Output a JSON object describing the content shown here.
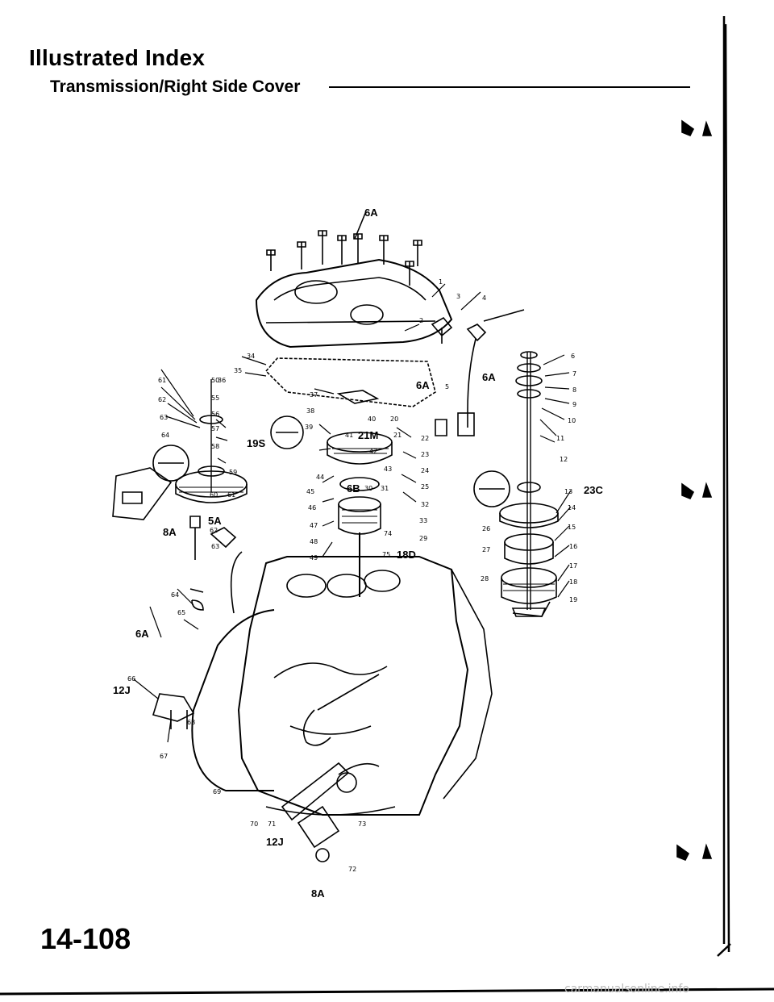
{
  "header": {
    "title": "Illustrated Index",
    "subtitle": "Transmission/Right Side Cover"
  },
  "footer": {
    "page_number": "14-108",
    "watermark": "carmanualsonline.info"
  },
  "callouts": {
    "c1": "1",
    "c2": "2",
    "c3": "3",
    "c4": "4",
    "c5": "5",
    "c6": "6",
    "c7": "7",
    "c8": "8",
    "c9": "9",
    "c10": "10",
    "c11": "11",
    "c12": "12",
    "c13": "13",
    "c14": "14",
    "c15": "15",
    "c16": "16",
    "c17": "17",
    "c18": "18",
    "c19": "19",
    "c20": "20",
    "c21": "21",
    "c22": "22",
    "c23": "23",
    "c24": "24",
    "c25": "25",
    "c26": "26",
    "c27": "27",
    "c28": "28",
    "c29": "29",
    "c30": "30",
    "c31": "31",
    "c32": "32",
    "c33": "33",
    "c34": "34",
    "c35": "35",
    "c36": "36",
    "c37": "37",
    "c38": "38",
    "c39": "39",
    "c40": "40",
    "c41": "41",
    "c42": "42",
    "c43": "43",
    "c44": "44",
    "c45": "45",
    "c46": "46",
    "c47": "47",
    "c48": "48",
    "c49": "49",
    "c50": "50",
    "c55": "55",
    "c56": "56",
    "c57": "57",
    "c58": "58",
    "c59": "59",
    "c60": "60",
    "c61": "61",
    "c62": "62",
    "c63": "63",
    "c64": "64",
    "c65": "65",
    "c66": "66",
    "c67": "67",
    "c68": "68",
    "c69": "69",
    "c70": "70",
    "c71": "71",
    "c72": "72",
    "c73": "73",
    "c74": "74",
    "c75": "75",
    "c61b": "61",
    "c62b": "62",
    "c63b": "63",
    "c64b": "64"
  },
  "torque_labels": {
    "t6a_top": "6A",
    "t6a_sensor": "6A",
    "t6a_mid": "6A",
    "t21m": "21M",
    "t19s": "19S",
    "t6b": "6B",
    "t23c": "23C",
    "t5a": "5A",
    "t8a_left": "8A",
    "t18d": "18D",
    "t6a_left": "6A",
    "t12j_left": "12J",
    "t12j_bottom": "12J",
    "t8a_bottom": "8A"
  }
}
